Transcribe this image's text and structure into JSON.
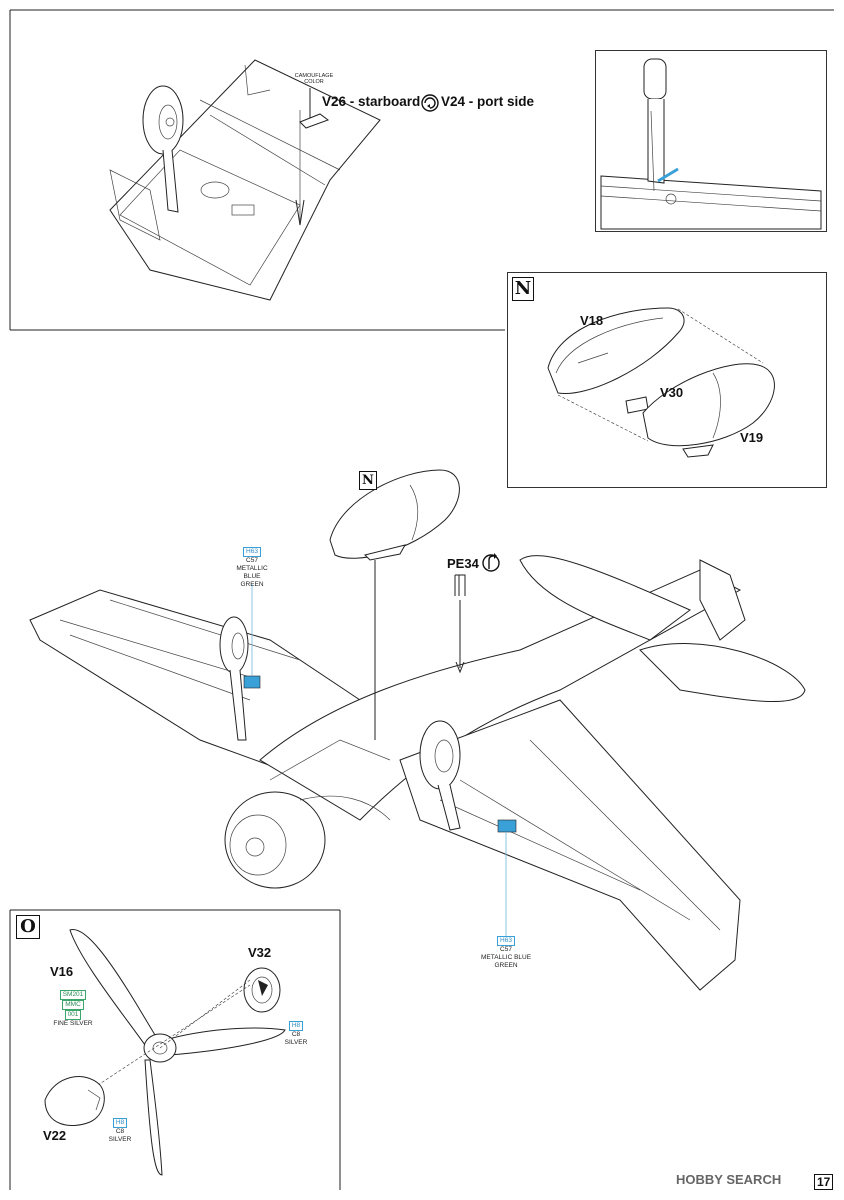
{
  "panels": {
    "top_left": {
      "paint_note": [
        "CAMOUFLAGE",
        "COLOR"
      ],
      "callout": "V26 - starboard",
      "callout_b": "V24 - port side"
    },
    "step_n": {
      "letter": "N",
      "parts": {
        "v18": "V18",
        "v30": "V30",
        "v19": "V19"
      }
    },
    "step_o": {
      "letter": "O",
      "parts": {
        "v16": "V16",
        "v32": "V32",
        "v22": "V22"
      },
      "paints": {
        "v16": {
          "code1": "SM201",
          "code2": "MMC",
          "code3": "001",
          "name": "FINE SILVER"
        },
        "v32": {
          "code1": "H8",
          "code2": "C8",
          "name": "SILVER"
        },
        "v22": {
          "code1": "H8",
          "code2": "C8",
          "name": "SILVER"
        }
      }
    }
  },
  "main": {
    "n_marker": "N",
    "pe_part": "PE34",
    "paint_left": {
      "code1": "H63",
      "code2": "C57",
      "line1": "METALLIC BLUE",
      "line2": "GREEN"
    },
    "paint_right": {
      "code1": "H63",
      "code2": "C57",
      "line1": "METALLIC BLUE",
      "line2": "GREEN"
    }
  },
  "icons": [
    "rotate-symbol-icon",
    "bend-symbol-icon"
  ],
  "colors": {
    "paint_box_blue": "#3aa0d8",
    "paint_box_green": "#3aa66a"
  },
  "footer": {
    "watermark": "HOBBY SEARCH",
    "page_number": "17"
  }
}
